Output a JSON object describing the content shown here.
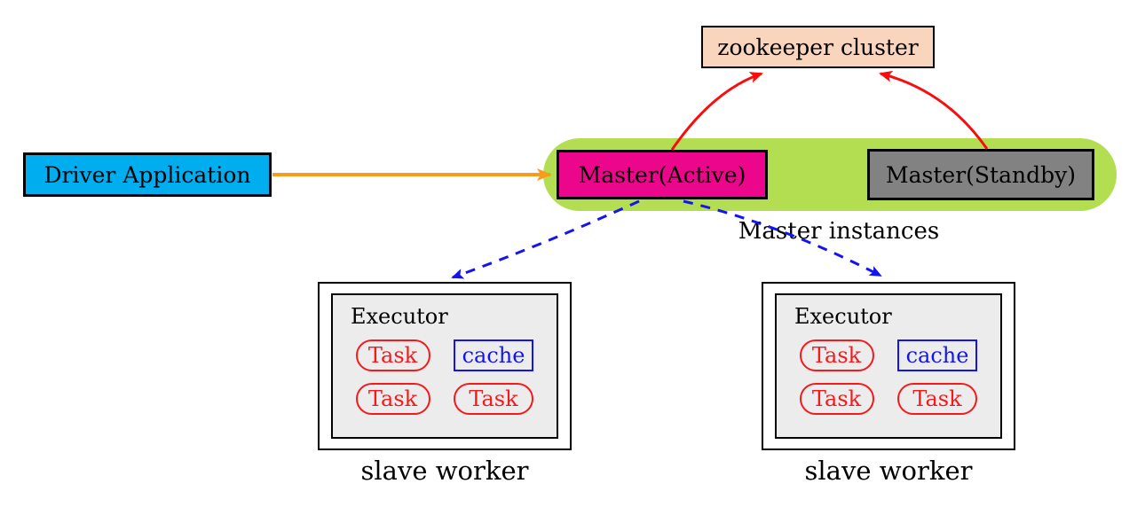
{
  "diagram": {
    "zookeeper": {
      "label": "zookeeper cluster"
    },
    "driver": {
      "label": "Driver Application"
    },
    "master_group": {
      "label": "Master instances",
      "active": {
        "label": "Master(Active)"
      },
      "standby": {
        "label": "Master(Standby)"
      }
    },
    "workers": [
      {
        "label": "slave worker",
        "executor": {
          "label": "Executor",
          "tasks": [
            "Task",
            "Task",
            "Task"
          ],
          "cache_label": "cache"
        }
      },
      {
        "label": "slave worker",
        "executor": {
          "label": "Executor",
          "tasks": [
            "Task",
            "Task",
            "Task"
          ],
          "cache_label": "cache"
        }
      }
    ],
    "icons": {
      "driver_to_master_arrow": "right-arrow-icon",
      "master_to_zookeeper_arrows": "up-arrow-icon",
      "master_to_worker_arrows": "dashed-down-arrow-icon"
    },
    "colors": {
      "bg": "#FFFFFF",
      "zookeeper-fill": "#FAD5BE",
      "driver-fill": "#00AEEF",
      "active-fill": "#EC068C",
      "standby-fill": "#828282",
      "group-fill": "#B4DE51",
      "executor-fill": "#ECECEC",
      "task-color": "#F5191C",
      "cache-color": "#1414F0",
      "orange-arrow": "#F89C1B",
      "red-arrow": "#FA0C0C",
      "blue-arrow": "#1414F0"
    }
  }
}
